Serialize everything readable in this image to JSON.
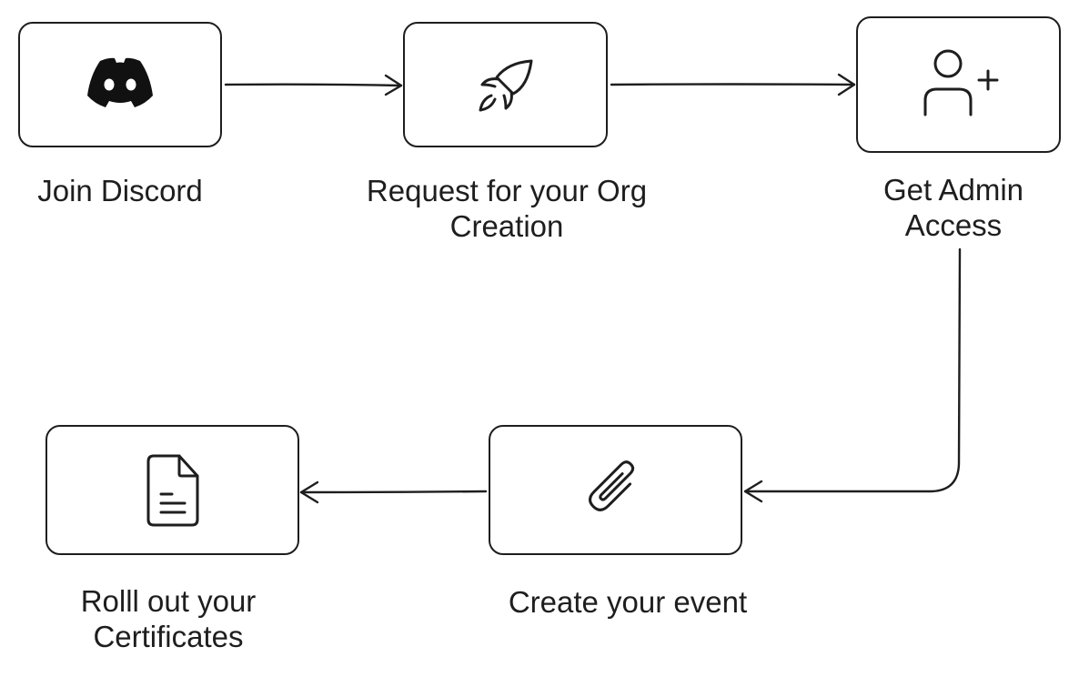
{
  "steps": [
    {
      "id": "join-discord",
      "icon": "discord-icon",
      "label_lines": [
        "Join Discord"
      ]
    },
    {
      "id": "request-org",
      "icon": "rocket-icon",
      "label_lines": [
        "Request for your Org",
        "Creation"
      ]
    },
    {
      "id": "admin-access",
      "icon": "add-user-icon",
      "label_lines": [
        "Get Admin",
        "Access"
      ]
    },
    {
      "id": "create-event",
      "icon": "paperclip-icon",
      "label_lines": [
        "Create your event"
      ]
    },
    {
      "id": "rollout-certificates",
      "icon": "document-icon",
      "label_lines": [
        "Rolll out your",
        "Certificates"
      ]
    }
  ],
  "flow": [
    {
      "from": "join-discord",
      "to": "request-org"
    },
    {
      "from": "request-org",
      "to": "admin-access"
    },
    {
      "from": "admin-access",
      "to": "create-event"
    },
    {
      "from": "create-event",
      "to": "rollout-certificates"
    }
  ],
  "colors": {
    "stroke": "#1e1e1e",
    "background": "#ffffff"
  }
}
